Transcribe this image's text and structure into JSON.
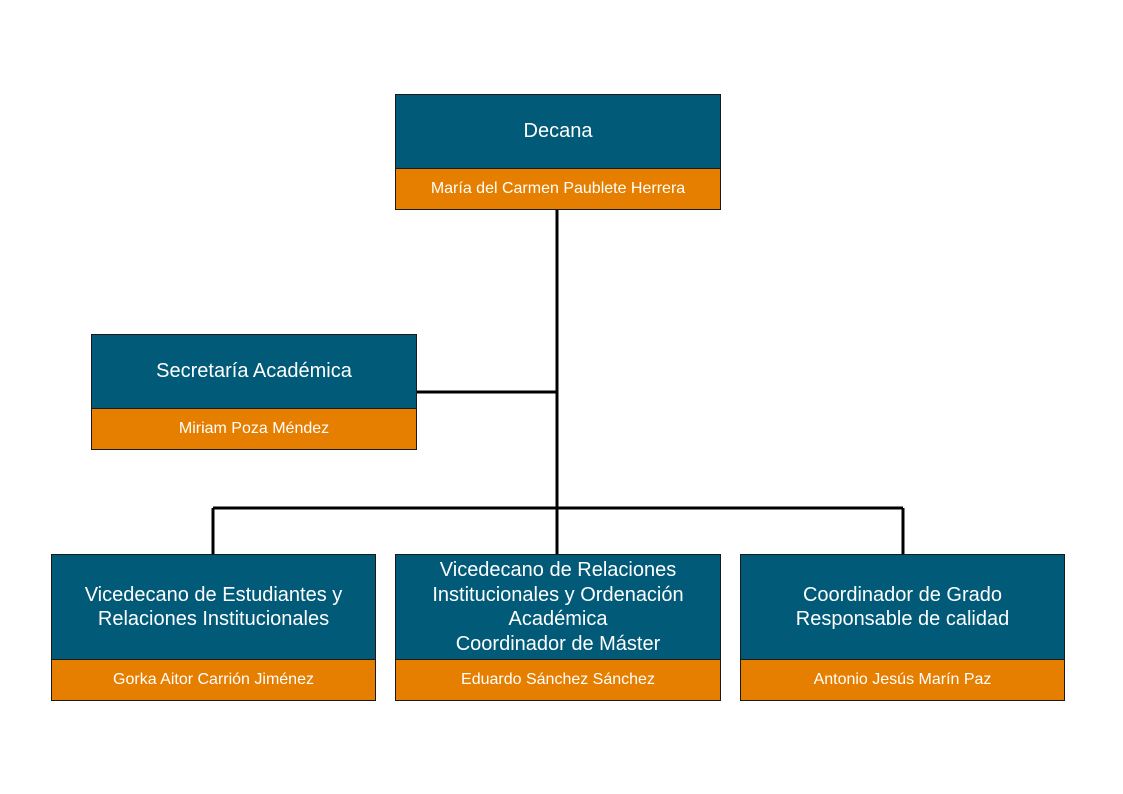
{
  "org_chart": {
    "decana": {
      "title": "Decana",
      "name": "María del Carmen Paublete Herrera"
    },
    "secretaria": {
      "title": "Secretaría Académica",
      "name": "Miriam Poza Méndez"
    },
    "vicedecano_estudiantes": {
      "title_lines": [
        "Vicedecano de Estudiantes y",
        "Relaciones Institucionales"
      ],
      "name": "Gorka Aitor Carrión Jiménez"
    },
    "vicedecano_relaciones": {
      "title_lines": [
        "Vicedecano de Relaciones",
        "Institucionales y Ordenación",
        "Académica",
        "Coordinador de Máster"
      ],
      "name": "Eduardo Sánchez Sánchez"
    },
    "coordinador_grado": {
      "title_lines": [
        "Coordinador de Grado",
        "Responsable de calidad"
      ],
      "name": "Antonio Jesús Marín Paz"
    }
  },
  "colors": {
    "title_bg": "#005a78",
    "name_bg": "#e67e00",
    "text": "#ffffff",
    "connector": "#000000"
  }
}
